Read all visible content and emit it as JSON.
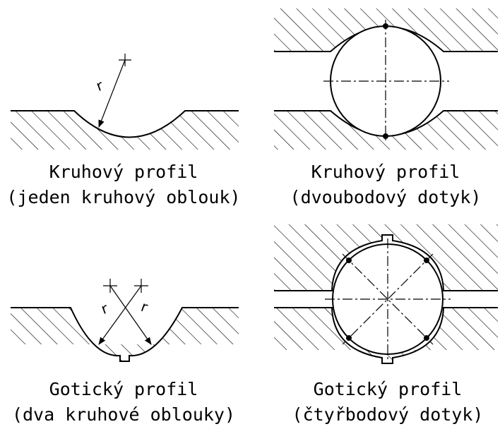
{
  "panels": [
    {
      "id": "circ-single",
      "title": "Kruhový profil",
      "subtitle": "(jeden kruhový oblouk)",
      "radius_symbol": "r",
      "contact_points": 0
    },
    {
      "id": "circ-two-point",
      "title": "Kruhový profil",
      "subtitle": "(dvoubodový dotyk)",
      "contact_points": 2
    },
    {
      "id": "gothic-single",
      "title": "Gotický profil",
      "subtitle": "(dva kruhové oblouky)",
      "radius_symbol_left": "r",
      "radius_symbol_right": "r",
      "contact_points": 0
    },
    {
      "id": "gothic-four-point",
      "title": "Gotický profil",
      "subtitle": "(čtyřbodový dotyk)",
      "contact_points": 4
    }
  ],
  "colors": {
    "line": "#000000",
    "background": "#ffffff"
  }
}
